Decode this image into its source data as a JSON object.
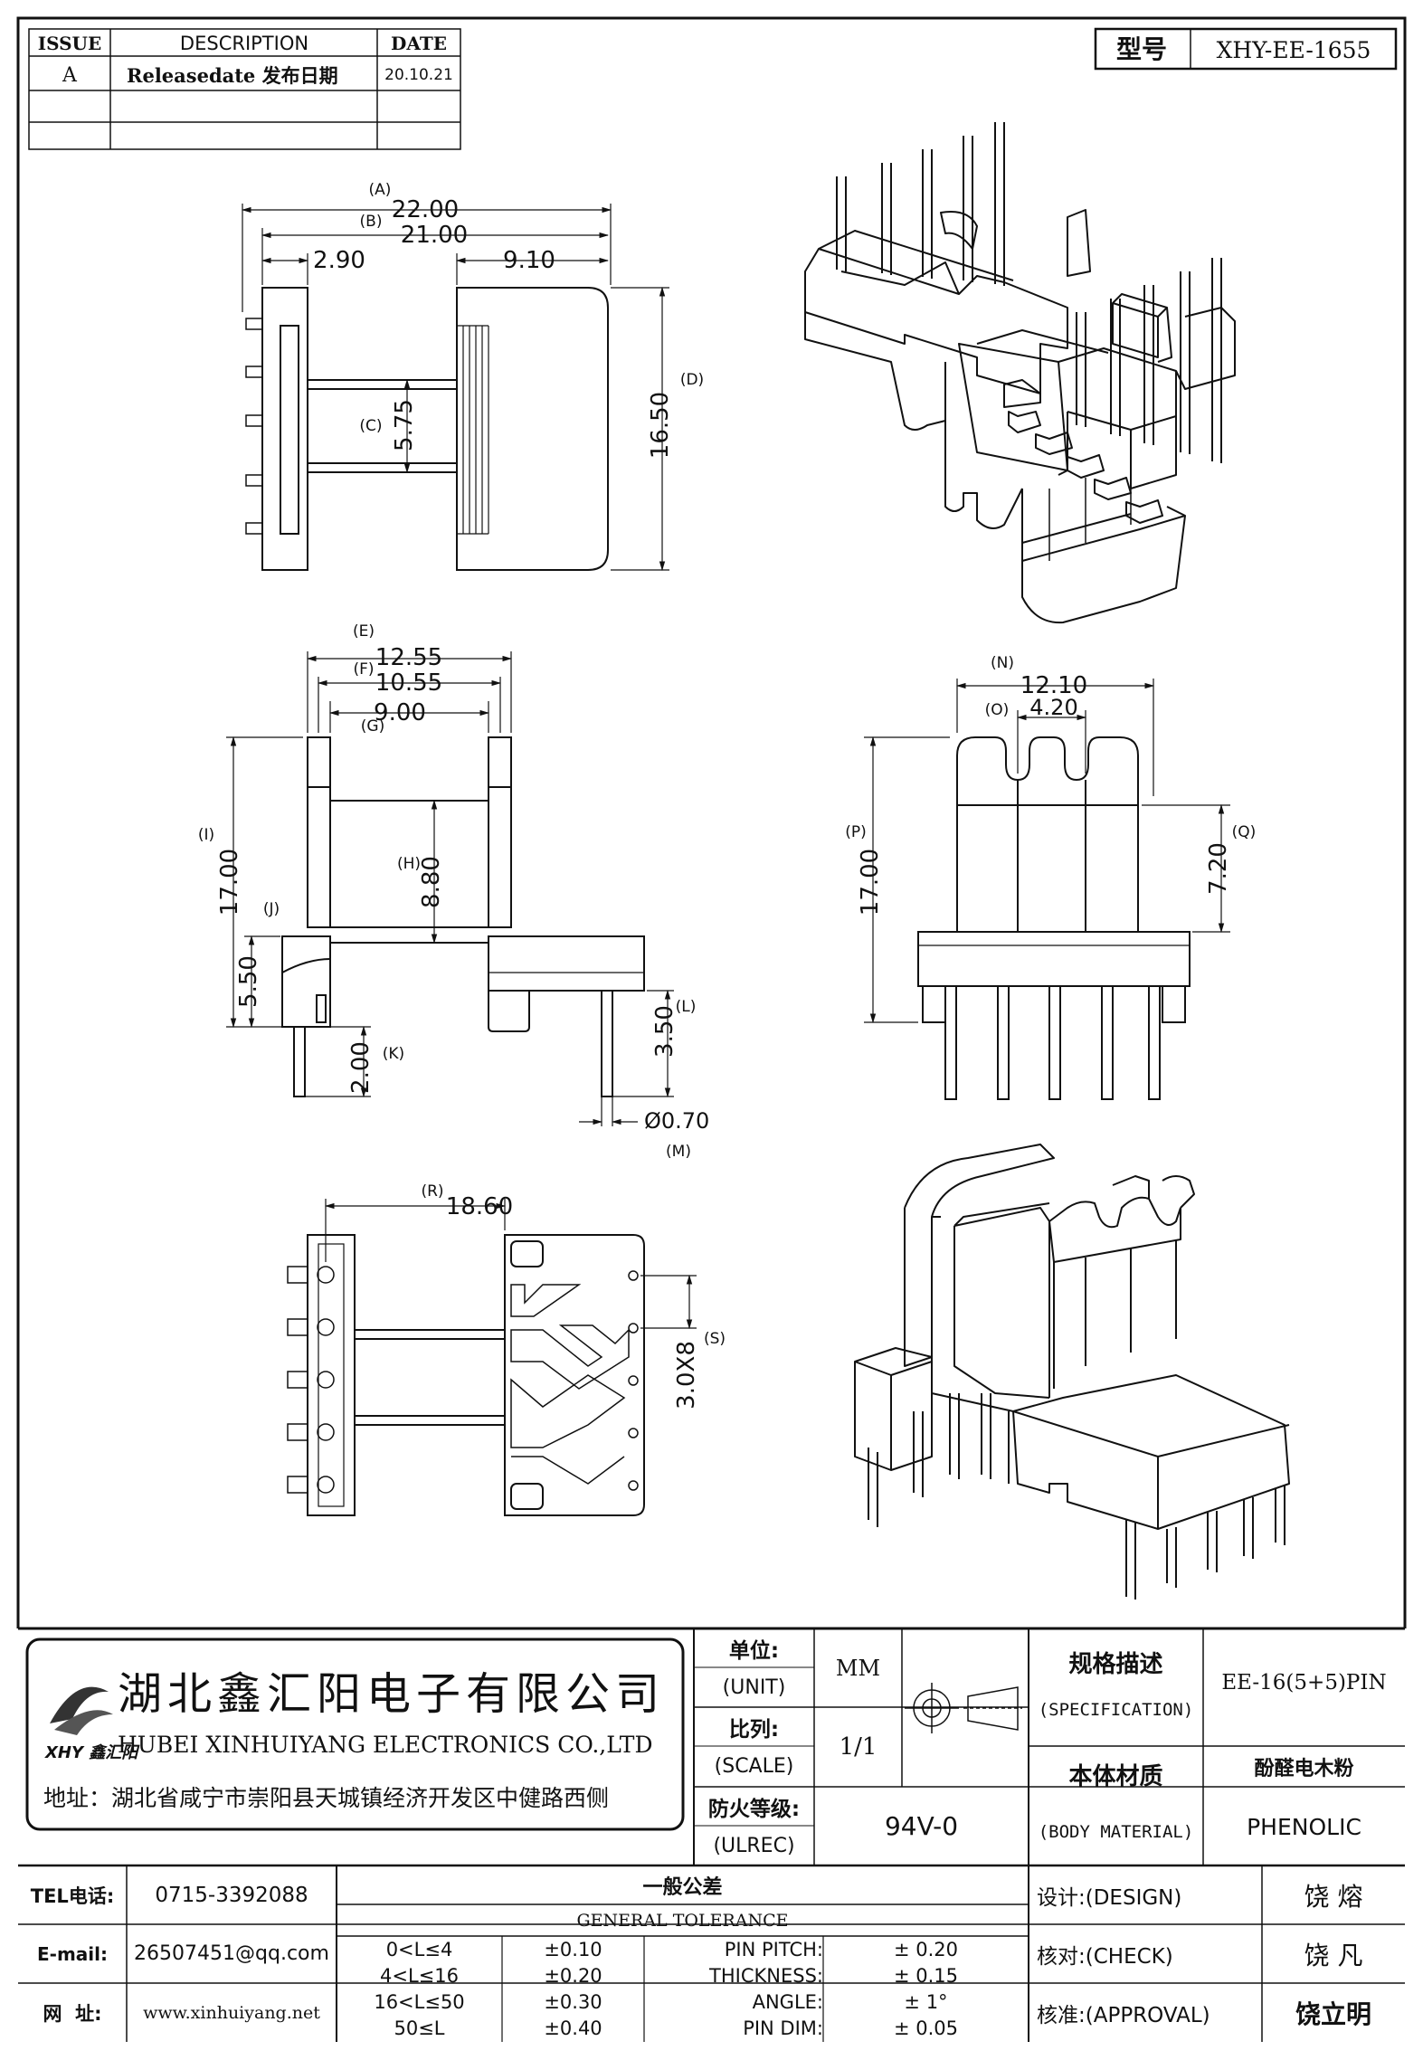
{
  "revision_table": {
    "headers": {
      "issue": "ISSUE",
      "description": "DESCRIPTION",
      "date": "DATE"
    },
    "rows": [
      {
        "issue": "A",
        "description": "Releasedate 发布日期",
        "date": "20.10.21"
      }
    ]
  },
  "model": {
    "label": "型号",
    "value": "XHY-EE-1655"
  },
  "dimensions": {
    "A": {
      "letter": "(A)",
      "value": "22.00"
    },
    "B": {
      "letter": "(B)",
      "value": "21.00"
    },
    "C": {
      "letter": "(C)",
      "value": "5.75"
    },
    "D": {
      "letter": "(D)",
      "value": "16.50"
    },
    "E": {
      "letter": "(E)",
      "value": "12.55"
    },
    "F": {
      "letter": "(F)",
      "value": "10.55"
    },
    "G": {
      "letter": "(G)",
      "value": "9.00"
    },
    "H": {
      "letter": "(H)",
      "value": "8.80"
    },
    "I": {
      "letter": "(I)",
      "value": "17.00"
    },
    "J": {
      "letter": "(J)",
      "value": "5.50"
    },
    "K": {
      "letter": "(K)",
      "value": "2.00"
    },
    "L": {
      "letter": "(L)",
      "value": "3.50"
    },
    "M": {
      "letter": "(M)",
      "value": "Ø0.70"
    },
    "N": {
      "letter": "(N)",
      "value": "12.10"
    },
    "O": {
      "letter": "(O)",
      "value": "4.20"
    },
    "P": {
      "letter": "(P)",
      "value": "17.00"
    },
    "Q": {
      "letter": "(Q)",
      "value": "7.20"
    },
    "R": {
      "letter": "(R)",
      "value": "18.60"
    },
    "S": {
      "letter": "(S)",
      "value": "3.0X8"
    },
    "plain_2_90": "2.90",
    "plain_9_10": "9.10"
  },
  "company": {
    "logo_text": "XHY 鑫汇阳",
    "name_cn": "湖北鑫汇阳电子有限公司",
    "name_en": "HUBEI XINHUIYANG ELECTRONICS CO.,LTD",
    "address": "地址：湖北省咸宁市崇阳县天城镇经济开发区中健路西侧"
  },
  "spec_block": {
    "unit_cn": "单位:",
    "unit_en": "(UNIT)",
    "unit_value": "MM",
    "scale_cn": "比列:",
    "scale_en": "(SCALE)",
    "scale_value": "1/1",
    "fire_cn": "防火等级:",
    "fire_en": "(ULREC)",
    "fire_value": "94V-0",
    "spec_cn": "规格描述",
    "spec_en": "(SPECIFICATION)",
    "spec_value": "EE-16(5+5)PIN",
    "material_cn": "本体材质",
    "material_en": "(BODY MATERIAL)",
    "material_value_cn": "酚醛电木粉",
    "material_value_en": "PHENOLIC"
  },
  "contact": {
    "tel_label": "TEL电话:",
    "tel": "0715-3392088",
    "email_label": "E-mail:",
    "email": "26507451@qq.com",
    "web_label": "网  址:",
    "web": "www.xinhuiyang.net"
  },
  "tolerance": {
    "title_cn": "一般公差",
    "title_en": "GENERAL TOLERANCE",
    "rows": [
      {
        "range": "0<L≤4",
        "tol": "±0.10",
        "param": "PIN PITCH:",
        "value": "± 0.20"
      },
      {
        "range": "4<L≤16",
        "tol": "±0.20",
        "param": "THICKNESS:",
        "value": "± 0.15"
      },
      {
        "range": "16<L≤50",
        "tol": "±0.30",
        "param": "ANGLE:",
        "value": "± 1°"
      },
      {
        "range": "50≤L",
        "tol": "±0.40",
        "param": "PIN DIM:",
        "value": "± 0.05"
      }
    ]
  },
  "approvals": {
    "design_label": "设计:(DESIGN)",
    "design_name": "饶 熔",
    "check_label": "核对:(CHECK)",
    "check_name": "饶 凡",
    "approval_label": "核准:(APPROVAL)",
    "approval_name": "饶立明"
  }
}
